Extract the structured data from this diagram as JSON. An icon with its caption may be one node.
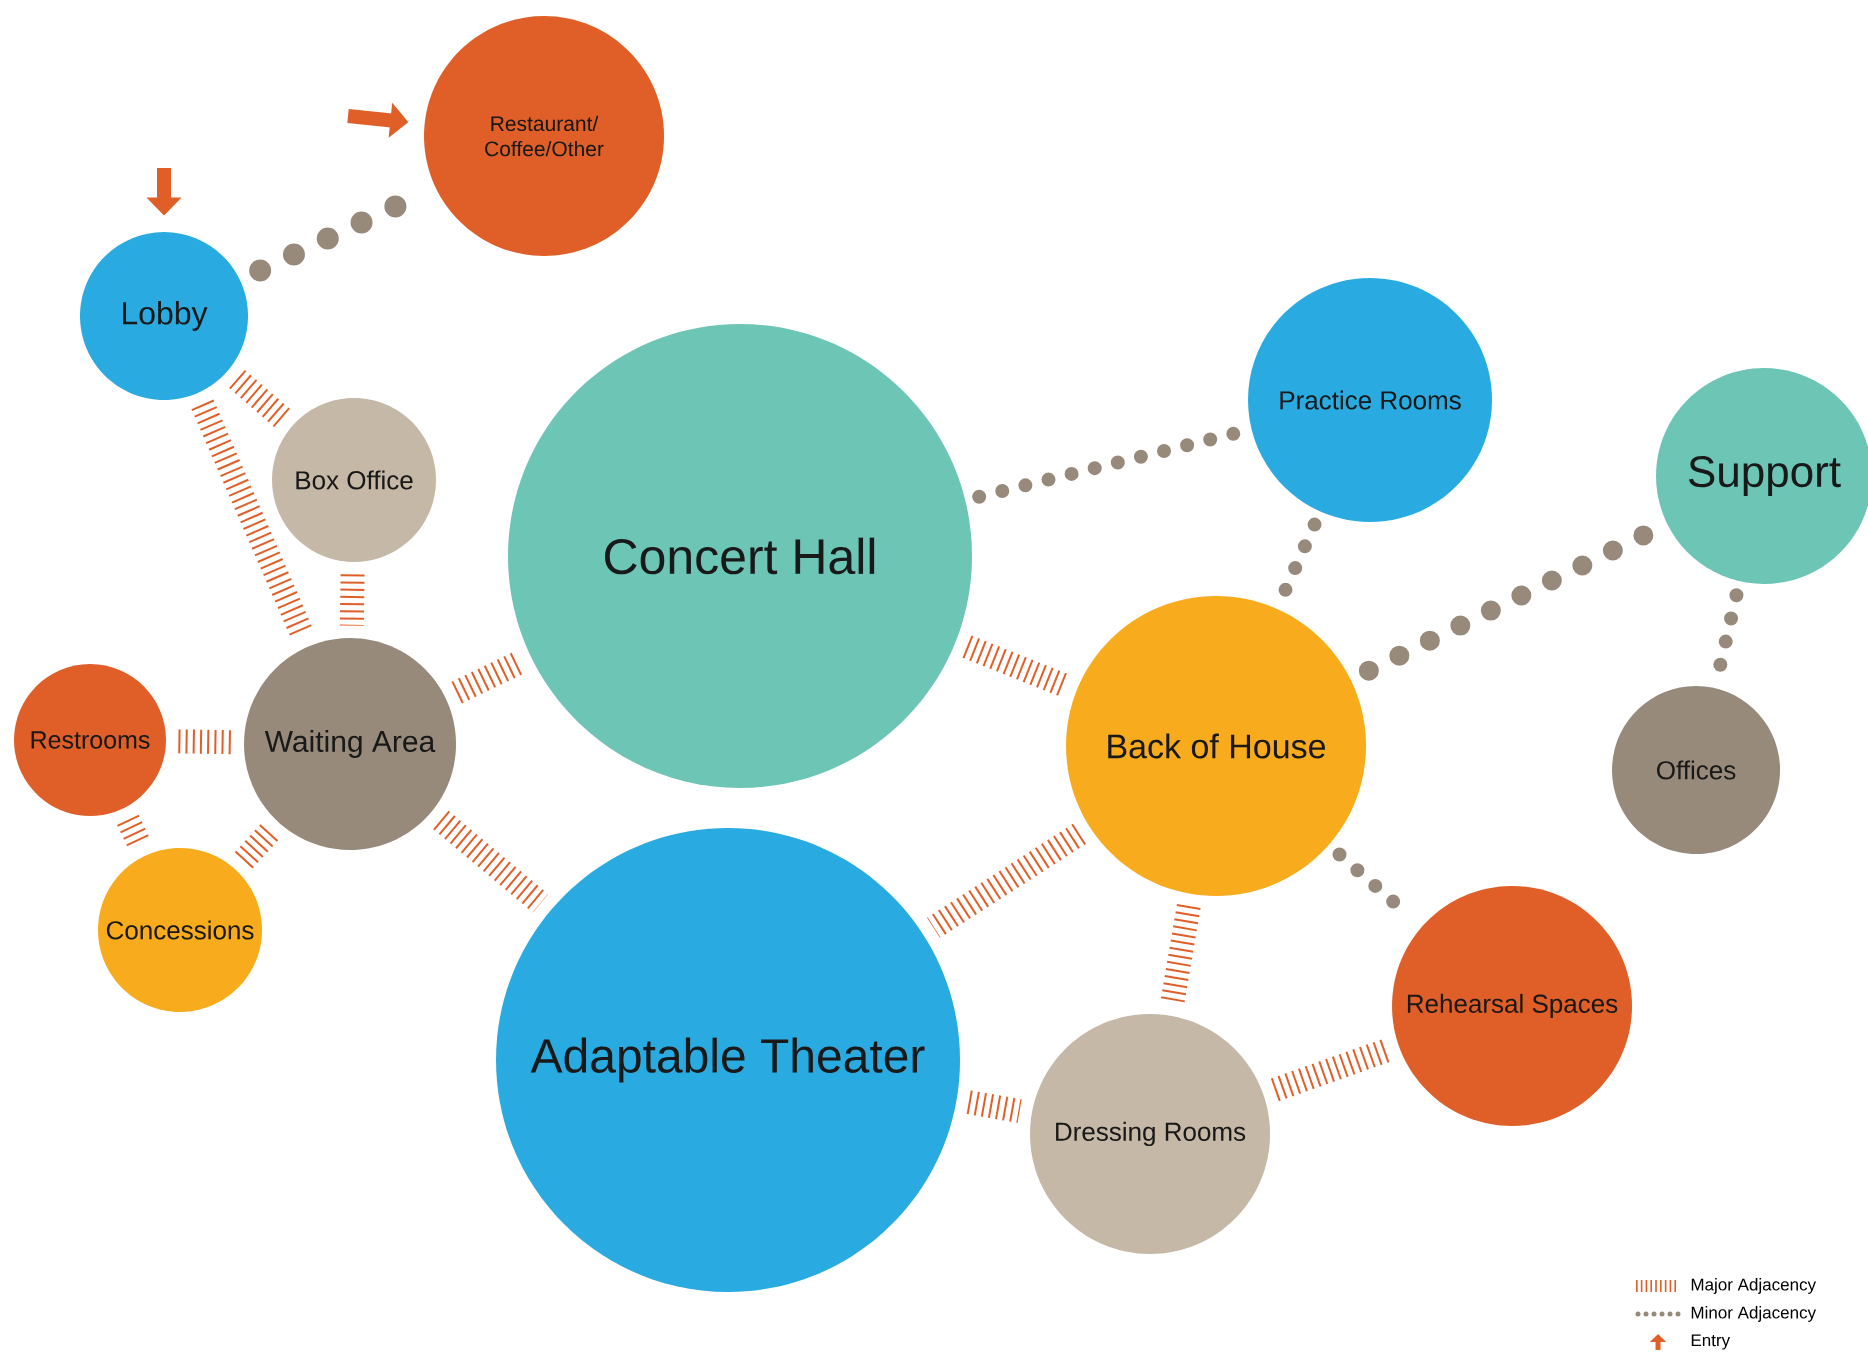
{
  "diagram": {
    "nodes": [
      {
        "text": [
          "Restaurant/Coffee/Other"
        ]
      },
      {
        "text": [
          "Lobby"
        ]
      },
      {
        "text": [
          "Box Office"
        ]
      },
      {
        "text": [
          "Concert Hall"
        ]
      },
      {
        "text": [
          "Practice Rooms"
        ]
      },
      {
        "text": [
          "Support"
        ]
      },
      {
        "text": [
          "Restrooms"
        ]
      },
      {
        "text": [
          "Waiting Area"
        ]
      },
      {
        "text": [
          "Back of House"
        ]
      },
      {
        "text": [
          "Offices"
        ]
      },
      {
        "text": [
          "Concessions"
        ]
      },
      {
        "text": [
          "Adaptable Theater"
        ]
      },
      {
        "text": [
          "Rehearsal Spaces"
        ]
      },
      {
        "text": [
          "Dressing Rooms"
        ]
      }
    ],
    "edges": [
      {
        "from": null,
        "to": 1,
        "arrow": "to"
      },
      {
        "from": null,
        "to": 0,
        "arrow": "to"
      },
      {
        "from": 1,
        "to": 0,
        "arrow": "none",
        "style": "dashed",
        "color": "#978a7b"
      },
      {
        "from": 1,
        "to": 2,
        "arrow": "none",
        "style": "dashed"
      },
      {
        "from": 1,
        "to": 7,
        "arrow": "none",
        "style": "dashed"
      },
      {
        "from": 2,
        "to": 7,
        "arrow": "none",
        "style": "dashed"
      },
      {
        "from": 6,
        "to": 7,
        "arrow": "none",
        "style": "dashed"
      },
      {
        "from": 6,
        "to": 10,
        "arrow": "none",
        "style": "dashed"
      },
      {
        "from": 10,
        "to": 7,
        "arrow": "none",
        "style": "dashed"
      },
      {
        "from": 7,
        "to": 3,
        "arrow": "none",
        "style": "dashed"
      },
      {
        "from": 7,
        "to": 11,
        "arrow": "none",
        "style": "dashed"
      },
      {
        "from": 3,
        "to": 4,
        "arrow": "none",
        "style": "dashed",
        "color": "#978a7b"
      },
      {
        "from": 3,
        "to": 8,
        "arrow": "none",
        "style": "dashed"
      },
      {
        "from": 4,
        "to": 8,
        "arrow": "none",
        "style": "dashed",
        "color": "#978a7b"
      },
      {
        "from": 8,
        "to": 5,
        "arrow": "none",
        "style": "dashed",
        "color": "#978a7b"
      },
      {
        "from": 5,
        "to": 9,
        "arrow": "none",
        "style": "dashed",
        "color": "#978a7b"
      },
      {
        "from": 8,
        "to": 11,
        "arrow": "none",
        "style": "dashed"
      },
      {
        "from": 8,
        "to": 13,
        "arrow": "none",
        "style": "dashed"
      },
      {
        "from": 8,
        "to": 12,
        "arrow": "none",
        "style": "dashed",
        "color": "#978a7b"
      },
      {
        "from": 11,
        "to": 13,
        "arrow": "none",
        "style": "dashed"
      },
      {
        "from": 13,
        "to": 12,
        "arrow": "none",
        "style": "dashed"
      }
    ],
    "legend": [
      {
        "text": "Major Adjacency"
      },
      {
        "text": "Minor Adjacency"
      },
      {
        "text": "Entry"
      }
    ]
  }
}
